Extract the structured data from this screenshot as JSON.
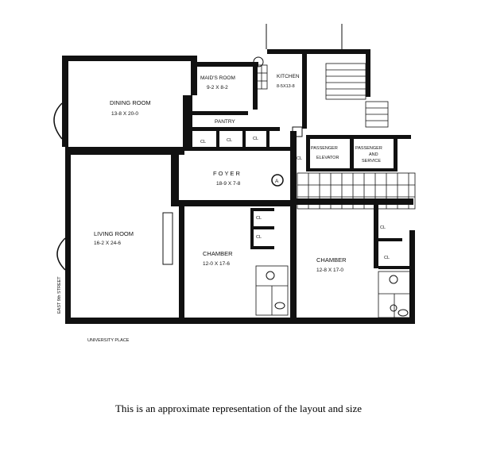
{
  "rooms": {
    "dining": {
      "name": "DINING ROOM",
      "size": "13-8 X 20-0"
    },
    "maids": {
      "name": "MAID'S ROOM",
      "size": "9-2 X 8-2"
    },
    "kitchen": {
      "name": "KITCHEN",
      "size": "8-5X13-8"
    },
    "pantry": {
      "name": "PANTRY"
    },
    "foyer": {
      "name": "F O Y E R",
      "size": "18-9 X 7-8"
    },
    "living": {
      "name": "LIVING ROOM",
      "size": "16-2 X 24-6"
    },
    "chamber1": {
      "name": "CHAMBER",
      "size": "12-0 X 17-6"
    },
    "chamber2": {
      "name": "CHAMBER",
      "size": "12-8 X 17-0"
    },
    "passenger_elevator": {
      "line1": "PASSENGER",
      "line2": "ELEVATOR"
    },
    "passenger_service": {
      "line1": "PASSENGER",
      "line2": "AND",
      "line3": "SERVICE"
    }
  },
  "closets": {
    "cl1": "CL",
    "cl2": "CL",
    "cl3": "CL",
    "cl_foyer": "CL",
    "cl4": "CL",
    "cl5": "CL",
    "cl6": "CL",
    "cl7": "CL"
  },
  "marker": "A",
  "streets": {
    "east": "EAST 9th STREET",
    "university": "UNIVERSITY PLACE"
  },
  "caption": "This is an approximate representation of the layout and size"
}
